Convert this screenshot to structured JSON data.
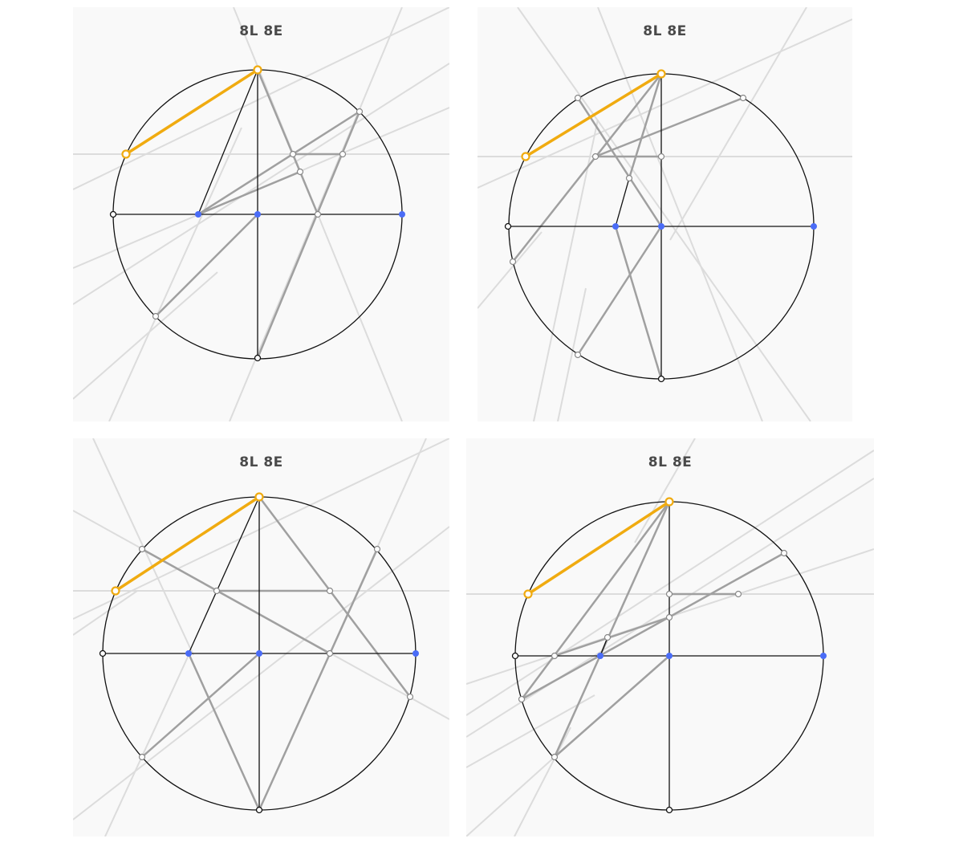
{
  "panels": [
    {
      "label": "8L 8E"
    },
    {
      "label": "8L 8E"
    },
    {
      "label": "8L 8E"
    },
    {
      "label": "8L 8E"
    }
  ],
  "colors": {
    "background": "#f9f9f9",
    "circle": "#111111",
    "construction_line": "#dcdcdc",
    "segment": "#a0a0a0",
    "highlight": "#f0ab10",
    "given_point": "#4a6cf7",
    "label": "#4a4a4a"
  }
}
